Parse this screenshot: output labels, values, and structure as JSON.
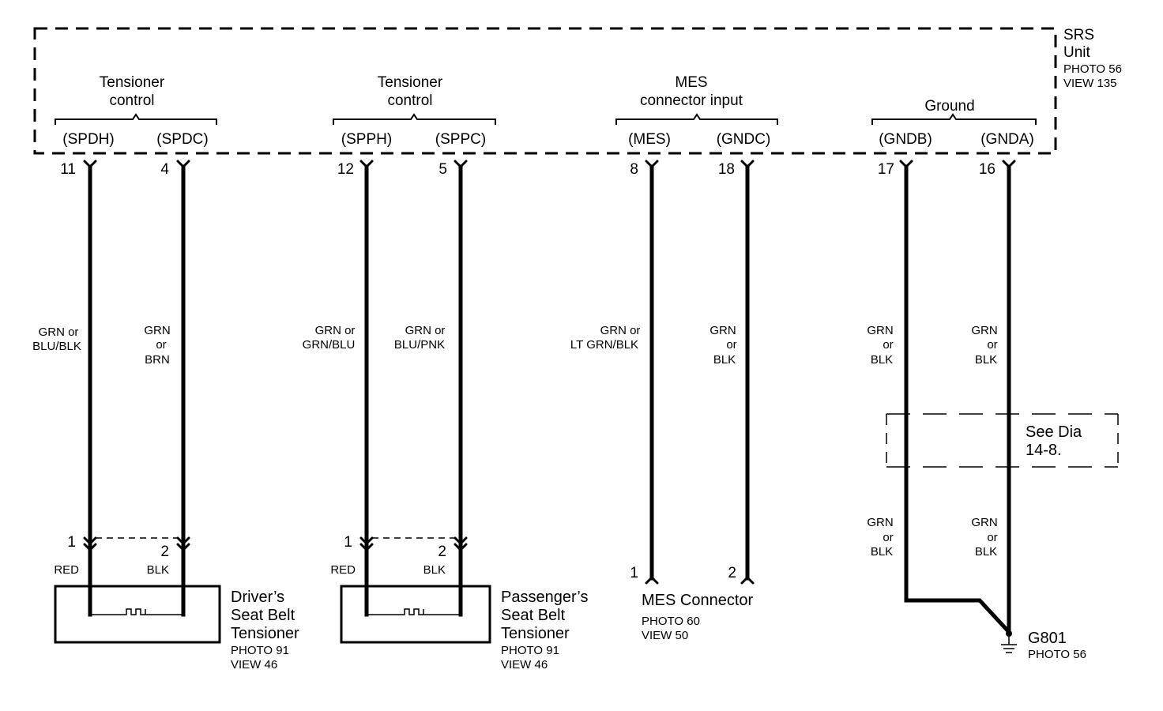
{
  "srs_unit": {
    "title_line1": "SRS",
    "title_line2": "Unit",
    "photo": "PHOTO 56",
    "view": "VIEW 135",
    "groups": [
      {
        "line1": "Tensioner",
        "line2": "control"
      },
      {
        "line1": "Tensioner",
        "line2": "control"
      },
      {
        "line1": "MES",
        "line2": "connector input"
      },
      {
        "line1": "Ground",
        "line2": ""
      }
    ],
    "terminals": [
      "(SPDH)",
      "(SPDC)",
      "(SPPH)",
      "(SPPC)",
      "(MES)",
      "(GNDC)",
      "(GNDB)",
      "(GNDA)"
    ],
    "pins": [
      "11",
      "4",
      "12",
      "5",
      "8",
      "18",
      "17",
      "16"
    ]
  },
  "wires": [
    {
      "l1": "GRN or",
      "l2": "BLU/BLK",
      "l3": ""
    },
    {
      "l1": "GRN",
      "l2": "or",
      "l3": "BRN"
    },
    {
      "l1": "GRN or",
      "l2": "GRN/BLU",
      "l3": ""
    },
    {
      "l1": "GRN or",
      "l2": "BLU/PNK",
      "l3": ""
    },
    {
      "l1": "GRN or",
      "l2": "LT GRN/BLK",
      "l3": ""
    },
    {
      "l1": "GRN",
      "l2": "or",
      "l3": "BLK"
    },
    {
      "l1": "GRN",
      "l2": "or",
      "l3": "BLK"
    },
    {
      "l1": "GRN",
      "l2": "or",
      "l3": "BLK"
    }
  ],
  "lower_wires": [
    {
      "l1": "GRN",
      "l2": "or",
      "l3": "BLK"
    },
    {
      "l1": "GRN",
      "l2": "or",
      "l3": "BLK"
    }
  ],
  "see_dia": {
    "line1": "See Dia",
    "line2": "14-8."
  },
  "driver_tensioner": {
    "pin1": "1",
    "pin2": "2",
    "color1": "RED",
    "color2": "BLK",
    "name_line1": "Driver’s",
    "name_line2": "Seat Belt",
    "name_line3": "Tensioner",
    "photo": "PHOTO 91",
    "view": "VIEW 46"
  },
  "passenger_tensioner": {
    "pin1": "1",
    "pin2": "2",
    "color1": "RED",
    "color2": "BLK",
    "name_line1": "Passenger’s",
    "name_line2": "Seat Belt",
    "name_line3": "Tensioner",
    "photo": "PHOTO 91",
    "view": "VIEW 46"
  },
  "mes_connector": {
    "pin1": "1",
    "pin2": "2",
    "name": "MES Connector",
    "photo": "PHOTO 60",
    "view": "VIEW 50"
  },
  "ground": {
    "name": "G801",
    "photo": "PHOTO 56"
  }
}
